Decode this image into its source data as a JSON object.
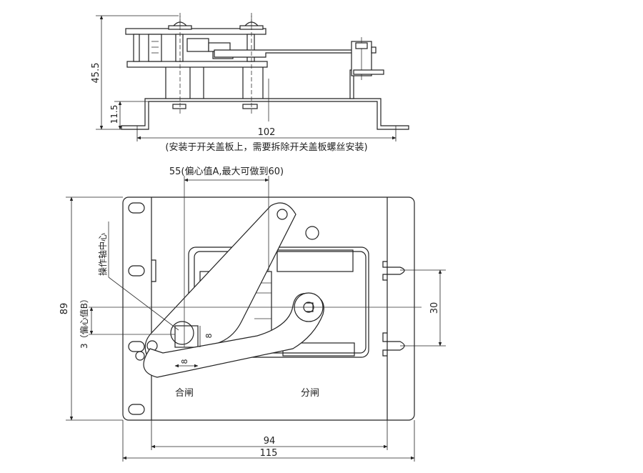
{
  "top_view": {
    "dim_height_total": "45.5",
    "dim_height_base": "11.5",
    "dim_width": "102",
    "note": "(安装于开关盖板上，需要拆除开关盖板螺丝安装)"
  },
  "main_view": {
    "dim_eccentric_a": "55(偏心值A,最大可做到60)",
    "label_shaft_center": "操作轴中心",
    "dim_height": "89",
    "dim_eccentric_b": "3（偏心值B）",
    "dim_spacing_right": "30",
    "dim_square_v": "8",
    "dim_square_h": "8",
    "label_close": "合闸",
    "label_open": "分闸",
    "dim_hole_span": "94",
    "dim_width": "115"
  }
}
